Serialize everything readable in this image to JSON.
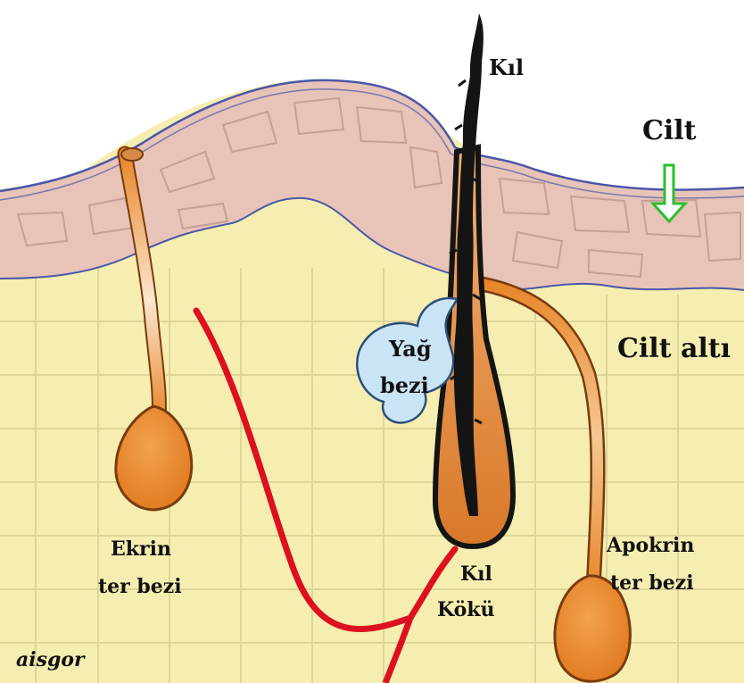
{
  "labels": {
    "hair": "Kıl",
    "skin": "Cilt",
    "subcutis": "Cilt altı",
    "sebaceous_line1": "Yağ",
    "sebaceous_line2": "bezi",
    "eccrine_line1": "Ekrin",
    "eccrine_line2": "ter bezi",
    "root_line1": "Kıl",
    "root_line2": "Kökü",
    "apocrine_line1": "Apokrin",
    "apocrine_line2": "ter bezi"
  },
  "watermark": "aisgor",
  "colors": {
    "skin": "#e8c3b8",
    "subcutis": "#f6eeb0",
    "epidermis_line": "#4a57a8",
    "gland": "#e8862a",
    "gland_light": "#f7d2a8",
    "vessel": "#dd1020",
    "sebaceous": "#c9e4f4",
    "hair": "#141414",
    "arrow": "#2dbf2d"
  }
}
